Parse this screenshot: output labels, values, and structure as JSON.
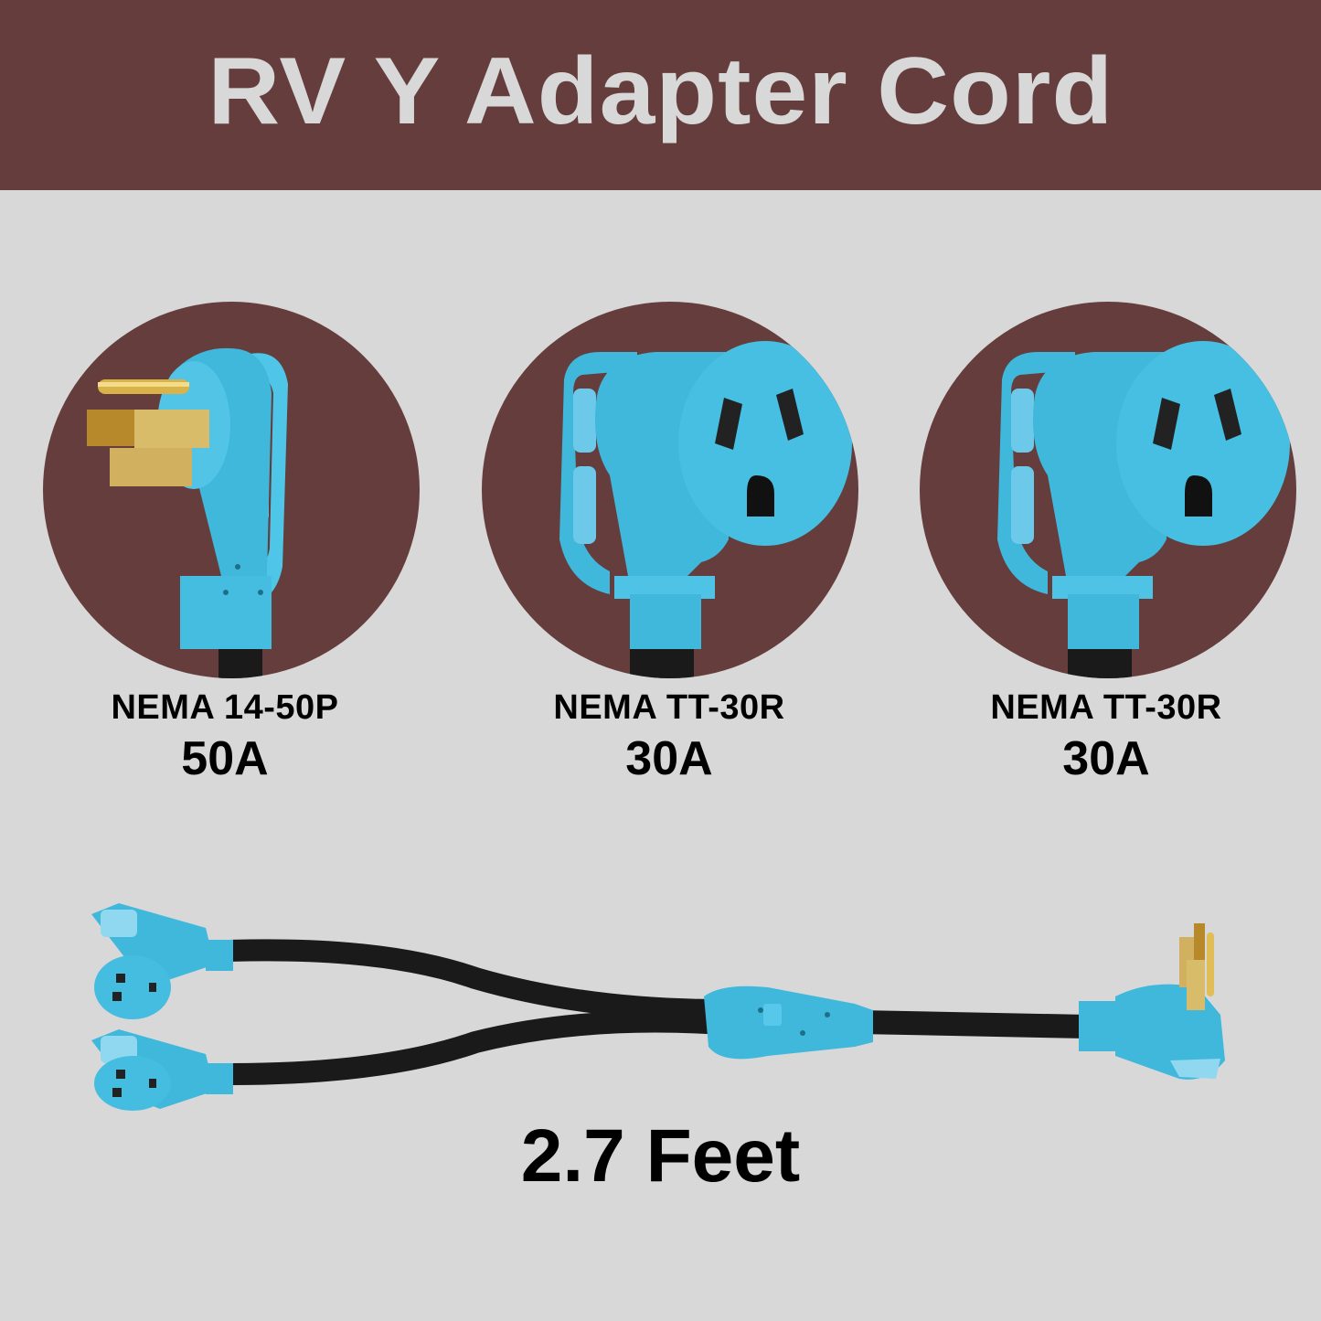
{
  "header": {
    "title": "RV Y Adapter Cord",
    "background_color": "#653d3d",
    "text_color": "#d8d8d8"
  },
  "connectors": [
    {
      "name": "NEMA 14-50P",
      "amperage": "50A",
      "type": "plug"
    },
    {
      "name": "NEMA TT-30R",
      "amperage": "30A",
      "type": "receptacle"
    },
    {
      "name": "NEMA TT-30R",
      "amperage": "30A",
      "type": "receptacle"
    }
  ],
  "cord": {
    "length_label": "2.7 Feet"
  },
  "colors": {
    "page_background": "#d8d8d8",
    "badge_background": "#653d3d",
    "connector_blue": "#3fb8dc",
    "prong_gold": "#c9a23a",
    "cable_black": "#1a1a1a"
  }
}
